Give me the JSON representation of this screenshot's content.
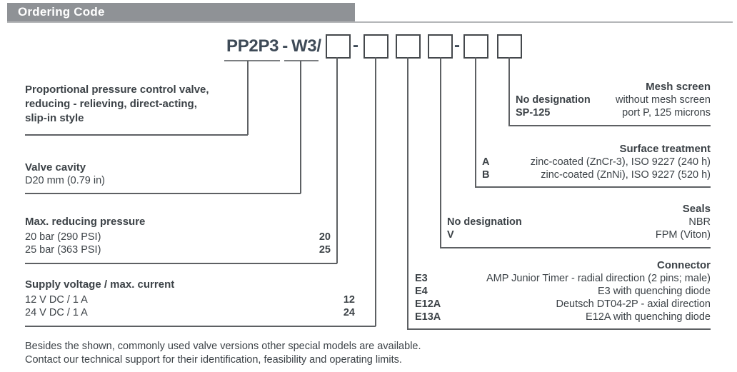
{
  "header": {
    "title": "Ordering Code"
  },
  "code": {
    "family": "PP2P3",
    "dash": "-",
    "size": "W3/",
    "box_count": 6
  },
  "left_sections": [
    {
      "title_lines": [
        "Proportional pressure control valve,",
        "reducing - relieving, direct-acting,",
        "slip-in style"
      ]
    },
    {
      "title": "Valve cavity",
      "subtitle": "D20 mm (0.79 in)"
    },
    {
      "title": "Max. reducing pressure",
      "rows": [
        {
          "desc": "20 bar (290 PSI)",
          "code": "20"
        },
        {
          "desc": "25 bar (363 PSI)",
          "code": "25"
        }
      ]
    },
    {
      "title": "Supply voltage / max. current",
      "rows": [
        {
          "desc": "12 V DC / 1 A",
          "code": "12"
        },
        {
          "desc": "24 V DC / 1 A",
          "code": "24"
        }
      ]
    }
  ],
  "right_sections": [
    {
      "title": "Mesh screen",
      "rows": [
        {
          "code": "No designation",
          "desc": "without mesh screen"
        },
        {
          "code": "SP-125",
          "desc": "port P, 125 microns"
        }
      ]
    },
    {
      "title": "Surface treatment",
      "rows": [
        {
          "code": "A",
          "desc": "zinc-coated (ZnCr-3), ISO 9227 (240 h)"
        },
        {
          "code": "B",
          "desc": "zinc-coated (ZnNi), ISO 9227 (520 h)"
        }
      ]
    },
    {
      "title": "Seals",
      "rows": [
        {
          "code": "No designation",
          "desc": "NBR"
        },
        {
          "code": "V",
          "desc": "FPM (Viton)"
        }
      ]
    },
    {
      "title": "Connector",
      "rows": [
        {
          "code": "E3",
          "desc": "AMP Junior Timer - radial direction (2 pins; male)"
        },
        {
          "code": "E4",
          "desc": "E3 with quenching diode"
        },
        {
          "code": "E12A",
          "desc": "Deutsch DT04-2P - axial direction"
        },
        {
          "code": "E13A",
          "desc": "E12A with quenching diode"
        }
      ]
    }
  ],
  "footnote": {
    "lines": [
      "Besides the shown, commonly used valve versions other special models are available.",
      "Contact our technical support for their identification, feasibility and operating limits."
    ]
  },
  "colors": {
    "header_bar": "#8f9296",
    "header_text": "#ffffff",
    "body_text": "#3c4247",
    "code_text": "#3e4a57",
    "line": "#5d6063"
  }
}
